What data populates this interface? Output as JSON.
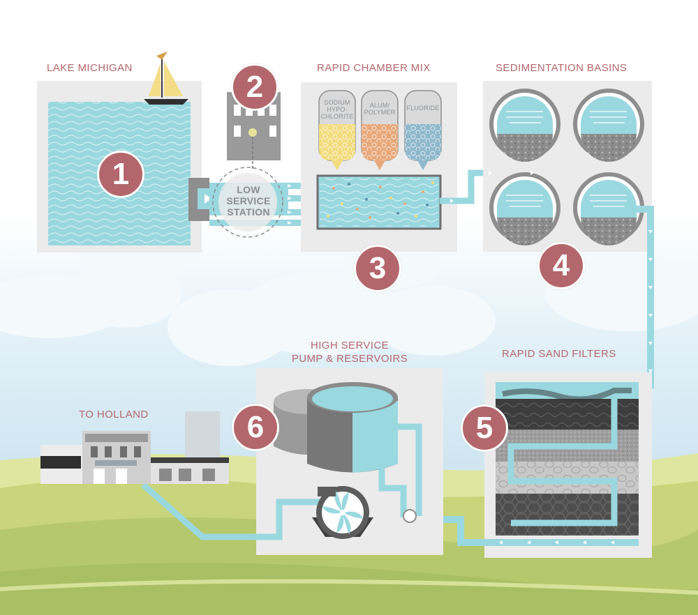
{
  "stages": {
    "lake": {
      "label": "LAKE MICHIGAN",
      "number": "1"
    },
    "low_service": {
      "number": "2",
      "label_lines": [
        "LOW",
        "SERVICE",
        "STATION"
      ]
    },
    "rapid_mix": {
      "label": "RAPID CHAMBER MIX",
      "number": "3",
      "tanks": [
        {
          "lines": [
            "SODIUM",
            "HYPO-",
            "CHLORITE"
          ],
          "color": "#f2dc7e"
        },
        {
          "lines": [
            "ALUM/",
            "POLYMER"
          ],
          "color": "#e8a87a"
        },
        {
          "lines": [
            "FLUORIDE"
          ],
          "color": "#8fb8cc"
        }
      ]
    },
    "sedimentation": {
      "label": "SEDIMENTATION BASINS",
      "number": "4"
    },
    "sand_filters": {
      "label": "RAPID SAND FILTERS",
      "number": "5"
    },
    "high_service": {
      "label_lines": [
        "HIGH SERVICE",
        "PUMP & RESERVOIRS"
      ],
      "number": "6"
    },
    "destination": {
      "label": "TO HOLLAND"
    }
  },
  "colors": {
    "label": "#b5676c",
    "badge": "#b3676c",
    "water": "#9ad8e0",
    "pipe": "#9ad8e0",
    "panel": "#ebebeb",
    "machine_gray": "#6f6f6f",
    "grass": "#c6d66a"
  },
  "icons": [
    "sailboat-icon",
    "building-icon",
    "pump-impeller-icon",
    "reservoir-tank-icon",
    "town-buildings-icon"
  ]
}
